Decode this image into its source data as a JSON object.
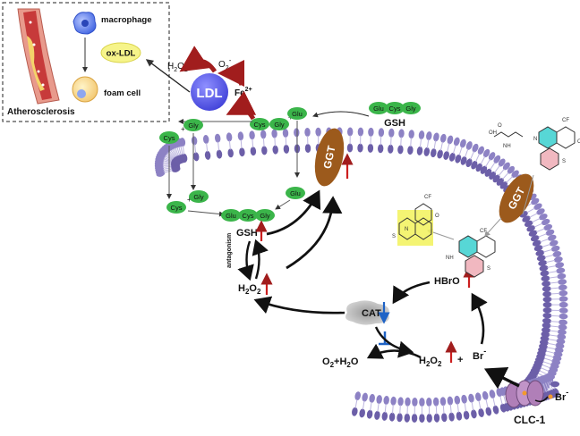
{
  "inset": {
    "macrophage": "macrophage",
    "oxldl": "ox-LDL",
    "foam_cell": "foam cell",
    "atherosclerosis": "Atherosclerosis"
  },
  "ldl": {
    "label": "LDL",
    "fe": "Fe",
    "fe_sup": "2+"
  },
  "ros": {
    "h2o2_h": "H",
    "h2o2_2a": "2",
    "h2o2_o": "O",
    "h2o2_2b": "2",
    "o2": "O",
    "o2_sub": "2",
    "o2_sup": "-"
  },
  "aa": {
    "cys": "Cys",
    "gly": "Gly",
    "glu": "Glu",
    "plus": "+"
  },
  "gsh": {
    "label": "GSH"
  },
  "ggt": {
    "label": "GGT"
  },
  "antagonism": "antagonism",
  "cat": "CAT",
  "products": {
    "o2h2o": "O",
    "o2h2o_2": "2",
    "plus_h2o": "+H",
    "h2o_2": "2",
    "h2o_o": "O"
  },
  "hbro": "HBrO",
  "br": {
    "label": "Br",
    "sup": "-"
  },
  "clc": "CLC-1",
  "structure": {
    "cf3": "CF",
    "cf3_sub": "3",
    "nh2": "NH",
    "nh2_sub": "2",
    "oh": "OH",
    "o": "O",
    "h": "H",
    "n": "N",
    "s": "S"
  },
  "colors": {
    "membrane": "#6c5fa8",
    "membrane_light": "#8d82c4",
    "green": "#3bb54a",
    "ggt": "#9c5a1c",
    "red": "#cc1f1f",
    "blue": "#1f63c6",
    "ldl": "#5b5ce6"
  }
}
